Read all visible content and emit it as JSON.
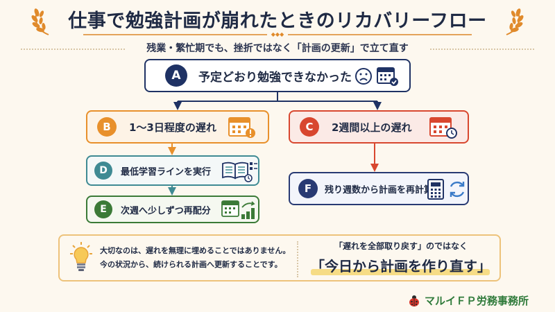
{
  "header": {
    "title": "仕事で勉強計画が崩れたときのリカバリーフロー",
    "subtitle": "残業・繁忙期でも、挫折ではなく「計画の更新」で立て直す",
    "rule_ornament": "◆◆◆"
  },
  "flow": {
    "a": {
      "badge": "A",
      "label": "予定どおり勉強できなかった"
    },
    "b": {
      "badge": "B",
      "label": "1〜3日程度の遅れ"
    },
    "c": {
      "badge": "C",
      "label": "2週間以上の遅れ"
    },
    "d": {
      "badge": "D",
      "label": "最低学習ラインを実行"
    },
    "e": {
      "badge": "E",
      "label": "次週へ少しずつ再配分"
    },
    "f": {
      "badge": "F",
      "label": "残り週数から計画を再計算"
    }
  },
  "note": {
    "line1": "大切なのは、遅れを無理に埋めることではありません。",
    "line2": "今の状況から、続けられる計画へ更新することです。",
    "quote_small": "「遅れを全部取り戻す」のではなく",
    "quote_big": "「今日から計画を作り直す」"
  },
  "footer": {
    "brand": "マルイＦＰ労務事務所"
  },
  "colors": {
    "navy": "#1f3264",
    "orange": "#e8902b",
    "red": "#d8472f",
    "teal": "#3f8a93",
    "green": "#3b7a37",
    "indigo": "#283a73",
    "gold": "#e4a35a"
  },
  "icons": {
    "a": [
      "sad-face-icon",
      "calendar-check-icon"
    ],
    "b": "calendar-alert-icon",
    "c": "calendar-clock-icon",
    "d": "open-book-checklist-icon",
    "e": "calendar-bars-icon",
    "f": "calculator-refresh-icon",
    "note": "lightbulb-icon",
    "brand": "ladybug-icon",
    "wreath": "laurel-wreath-icon"
  }
}
